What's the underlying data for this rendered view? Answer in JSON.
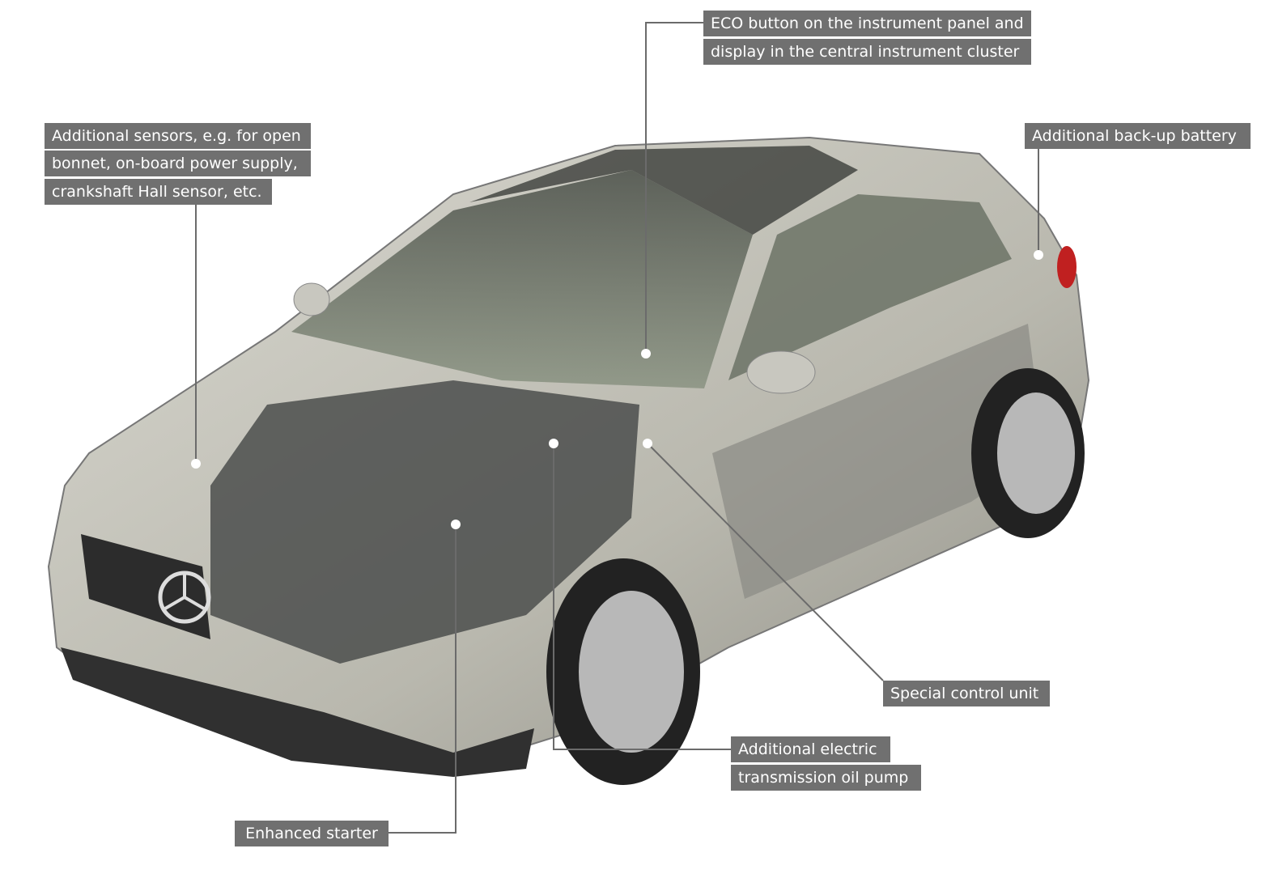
{
  "callouts": {
    "eco": [
      "ECO button on the instrument panel and",
      "display in the central instrument cluster"
    ],
    "sensors": [
      "Additional sensors, e.g. for open",
      "bonnet, on-board power supply,",
      "crankshaft Hall sensor, etc."
    ],
    "battery": [
      "Additional back-up battery"
    ],
    "control_unit": [
      "Special control unit"
    ],
    "oil_pump": [
      "Additional electric",
      "transmission oil pump"
    ],
    "starter": [
      "Enhanced starter"
    ]
  },
  "colors": {
    "label_bg": "#707070",
    "label_text": "#ffffff",
    "leader": "#6b6b6b"
  }
}
